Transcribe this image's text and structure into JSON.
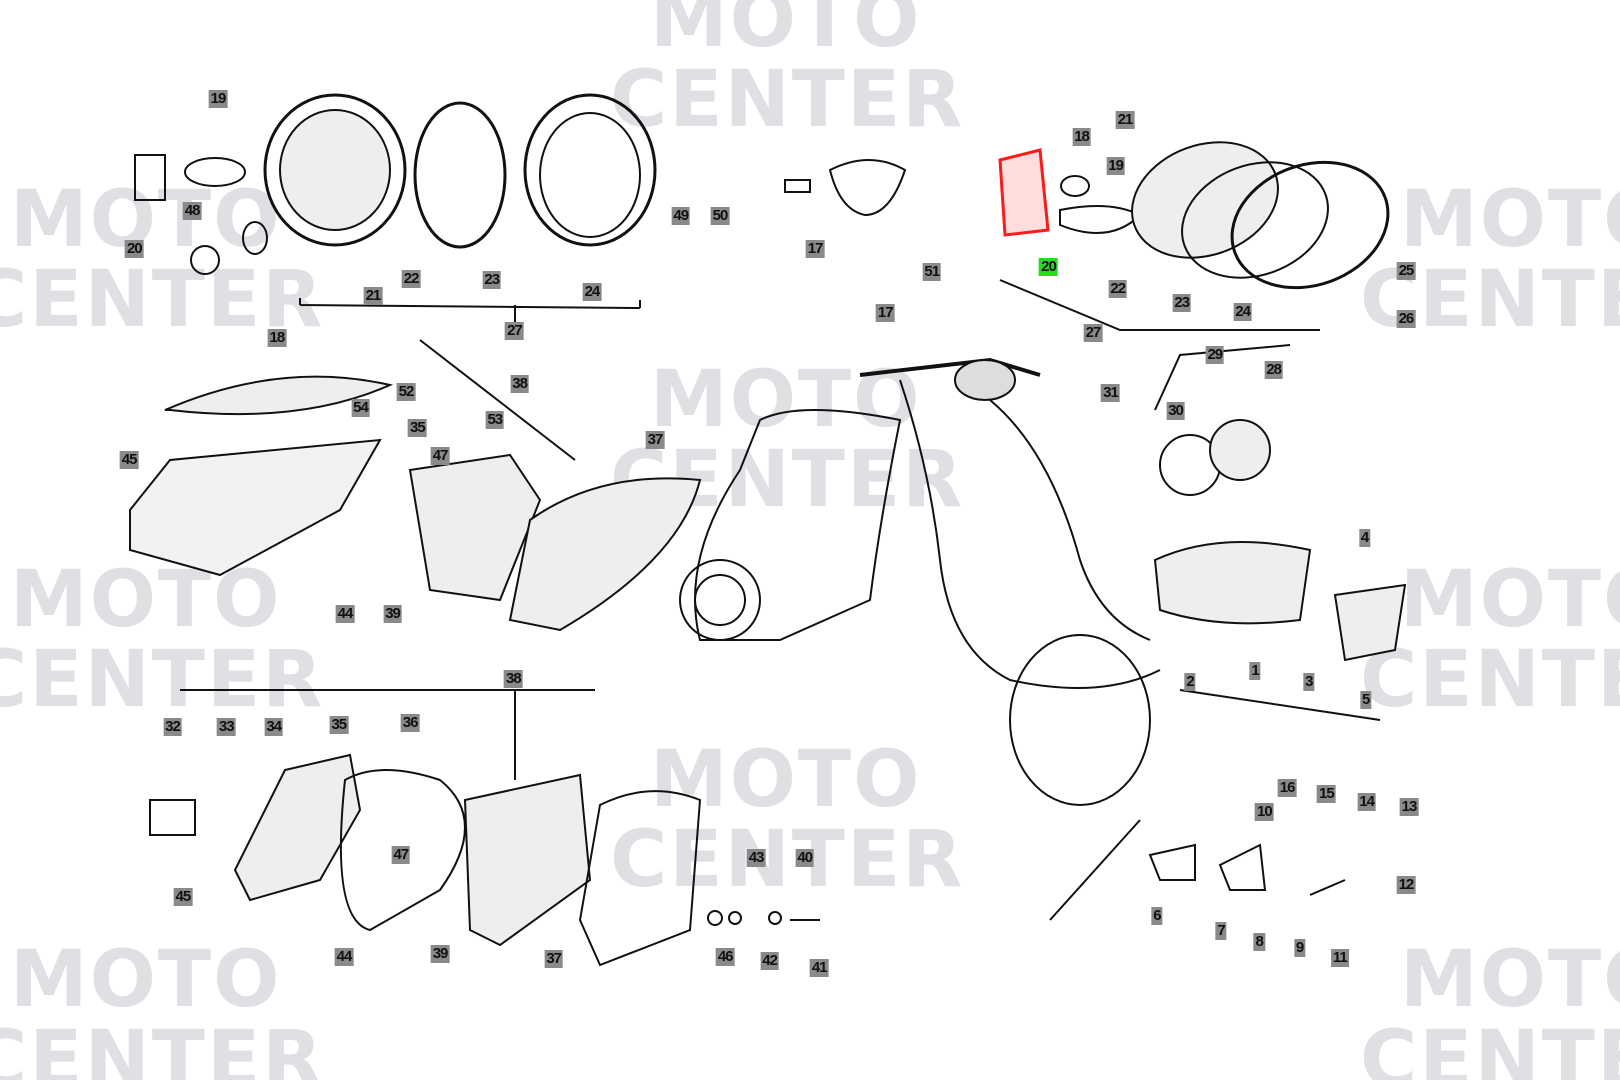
{
  "watermark": {
    "line1": "MOTO",
    "line2": "CENTER"
  },
  "highlight_color": "#ff1a1a",
  "selected_color": "#22dd22",
  "labels": [
    "19",
    "20",
    "48",
    "18",
    "22",
    "23",
    "24",
    "21",
    "27",
    "49",
    "50",
    "17",
    "18",
    "19",
    "20",
    "21",
    "22",
    "23",
    "24",
    "25",
    "26",
    "51",
    "17",
    "27",
    "52",
    "54",
    "38",
    "35",
    "53",
    "47",
    "45",
    "37",
    "44",
    "39",
    "29",
    "28",
    "31",
    "30",
    "4",
    "1",
    "3",
    "5",
    "2",
    "38",
    "32",
    "33",
    "34",
    "35",
    "36",
    "47",
    "45",
    "44",
    "39",
    "37",
    "43",
    "40",
    "46",
    "42",
    "41",
    "16",
    "15",
    "14",
    "13",
    "10",
    "12",
    "6",
    "7",
    "8",
    "9",
    "11"
  ],
  "selected_label": "20"
}
